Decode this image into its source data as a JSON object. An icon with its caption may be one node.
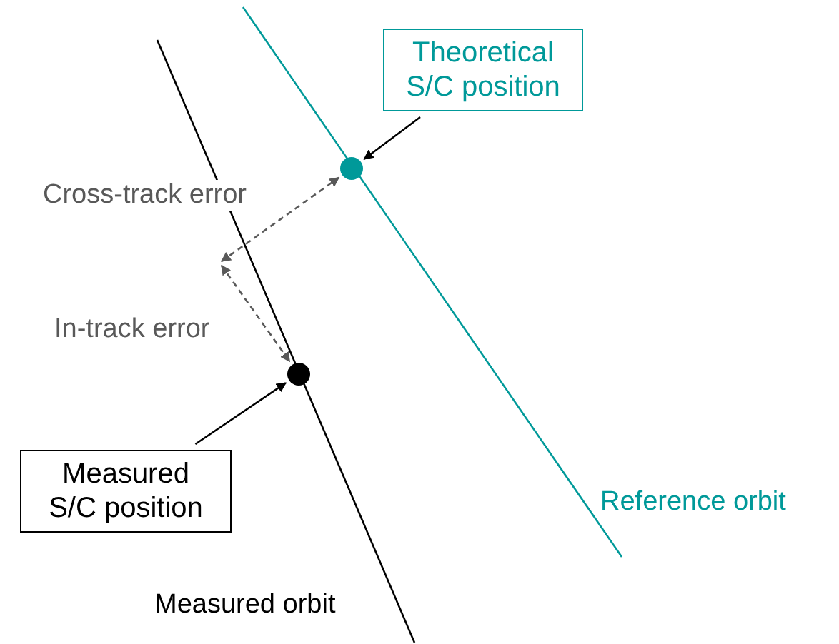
{
  "diagram": {
    "nodes": [
      {
        "text": [
          "Theoretical S/C position"
        ]
      },
      {
        "text": [],
        "shape": "circle"
      },
      {
        "text": [
          "Measured S/C position"
        ]
      },
      {
        "text": [],
        "shape": "circle"
      }
    ],
    "edges": [
      {
        "from": 0,
        "to": 1,
        "arrow": "to"
      },
      {
        "from": 2,
        "to": 3,
        "arrow": "to"
      },
      {
        "from": null,
        "to": 1,
        "arrow": "both",
        "label": "Cross-track error",
        "style": "dashed",
        "color": "#595959"
      },
      {
        "from": null,
        "to": 3,
        "arrow": "both",
        "label": "In-track error",
        "style": "dashed",
        "color": "#595959"
      }
    ],
    "labels": [
      "Reference orbit",
      "Measured orbit"
    ]
  }
}
